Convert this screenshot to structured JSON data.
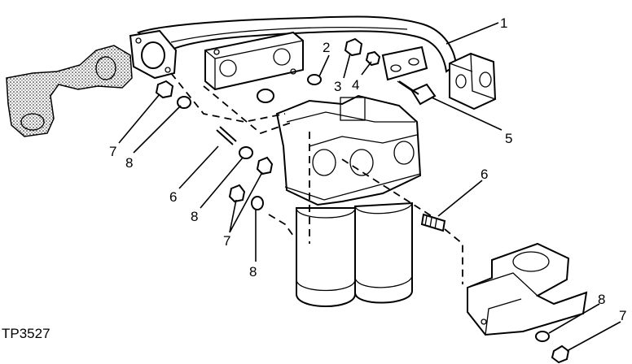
{
  "figure_ref": "TP3527",
  "callouts": [
    {
      "id": "c1",
      "text": "1"
    },
    {
      "id": "c2",
      "text": "2"
    },
    {
      "id": "c3",
      "text": "3"
    },
    {
      "id": "c4",
      "text": "4"
    },
    {
      "id": "c5",
      "text": "5"
    },
    {
      "id": "c6a",
      "text": "6"
    },
    {
      "id": "c6b",
      "text": "6"
    },
    {
      "id": "c7a",
      "text": "7"
    },
    {
      "id": "c7b",
      "text": "7"
    },
    {
      "id": "c7c",
      "text": "7"
    },
    {
      "id": "c8a",
      "text": "8"
    },
    {
      "id": "c8b",
      "text": "8"
    },
    {
      "id": "c8c",
      "text": "8"
    },
    {
      "id": "c8d",
      "text": "8"
    }
  ]
}
